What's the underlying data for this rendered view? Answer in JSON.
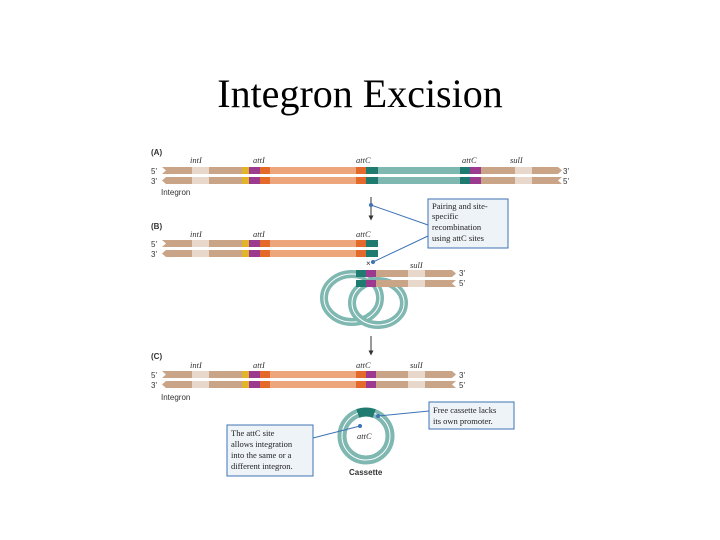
{
  "title": "Integron Excision",
  "panels": {
    "a": {
      "letter": "(A)",
      "strand_top_left": "5'",
      "strand_bottom_left": "3'",
      "strand_top_right": "3'",
      "strand_bottom_right": "5'",
      "intI": "intI",
      "attI": "attI",
      "attC_1": "attC",
      "attC_2": "attC",
      "sulI": "sulI",
      "caption": "Integron"
    },
    "b": {
      "letter": "(B)",
      "strand_top_left": "5'",
      "strand_bottom_left": "3'",
      "loop_right_top": "3'",
      "loop_right_bottom": "5'",
      "intI": "intI",
      "attI": "attI",
      "attC": "attC",
      "sulI": "sulI",
      "cross": "×"
    },
    "c": {
      "letter": "(C)",
      "strand_top_left": "5'",
      "strand_bottom_left": "3'",
      "strand_top_right": "3'",
      "strand_bottom_right": "5'",
      "intI": "intI",
      "attI": "attI",
      "attC": "attC",
      "sulI": "sulI",
      "caption": "Integron",
      "circle_label": "attC",
      "circle_caption": "Cassette"
    }
  },
  "callouts": {
    "pairing": [
      "Pairing and site-",
      "specific",
      "recombination",
      "using attC sites"
    ],
    "free_cassette": [
      "Free cassette lacks",
      "its own promoter."
    ],
    "attc_site": [
      "The attC site",
      "allows integration",
      "into the same or a",
      "different integron."
    ]
  },
  "colors": {
    "light_brown": "#c9a487",
    "pale": "#e8d8cc",
    "yellow": "#e2b42a",
    "purple": "#9b3a8e",
    "salmon": "#eda67c",
    "orange": "#e36a2a",
    "dark_teal": "#1f7a70",
    "teal": "#7fb7b1",
    "callout_border": "#3d73b5",
    "callout_fill": "#eef3f8"
  }
}
